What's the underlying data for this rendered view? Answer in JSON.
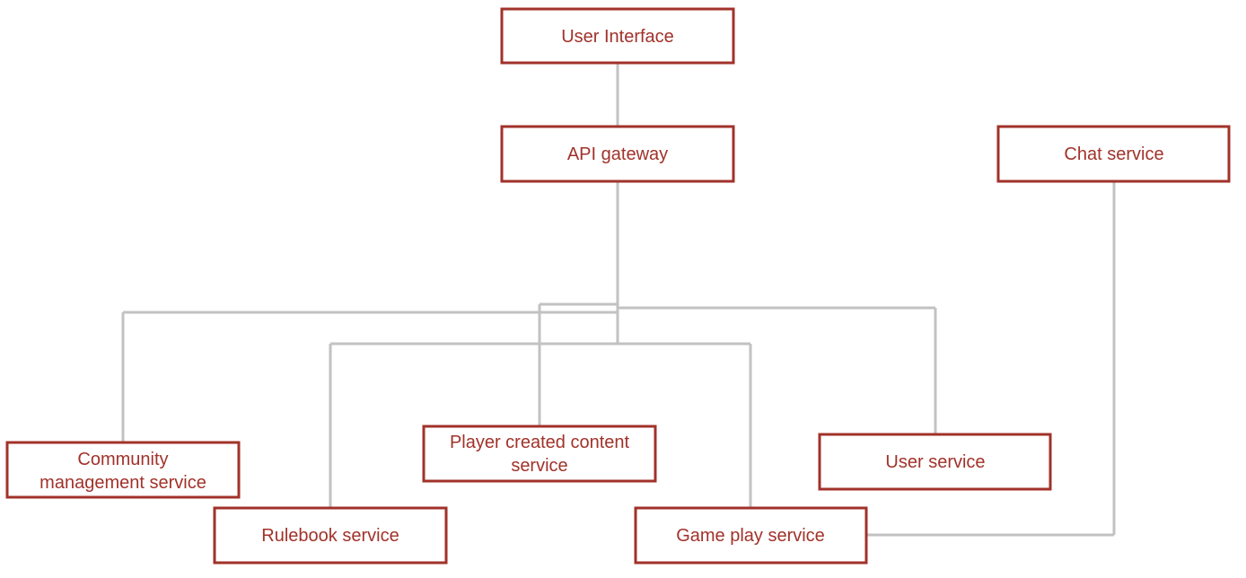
{
  "nodes": [
    {
      "id": "user-interface",
      "lines": [
        "User Interface"
      ]
    },
    {
      "id": "api-gateway",
      "lines": [
        "API gateway"
      ]
    },
    {
      "id": "chat-service",
      "lines": [
        "Chat service"
      ]
    },
    {
      "id": "community-management-service",
      "lines": [
        "Community",
        "management service"
      ]
    },
    {
      "id": "player-created-content-service",
      "lines": [
        "Player created content",
        "service"
      ]
    },
    {
      "id": "user-service",
      "lines": [
        "User service"
      ]
    },
    {
      "id": "rulebook-service",
      "lines": [
        "Rulebook service"
      ]
    },
    {
      "id": "game-play-service",
      "lines": [
        "Game play service"
      ]
    }
  ],
  "edges": [
    {
      "from": "user-interface",
      "to": "api-gateway"
    },
    {
      "from": "api-gateway",
      "to": "community-management-service"
    },
    {
      "from": "api-gateway",
      "to": "player-created-content-service"
    },
    {
      "from": "api-gateway",
      "to": "user-service"
    },
    {
      "from": "api-gateway",
      "to": "rulebook-service"
    },
    {
      "from": "api-gateway",
      "to": "game-play-service"
    },
    {
      "from": "chat-service",
      "to": "game-play-service"
    }
  ],
  "colors": {
    "node_border": "#a1322a",
    "node_text": "#a1322a",
    "connector": "#c2c2c2"
  }
}
